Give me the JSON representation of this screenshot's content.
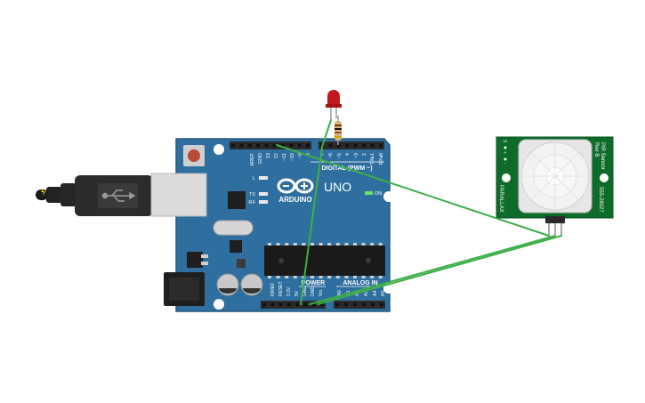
{
  "board": {
    "brand": "ARDUINO",
    "model": "UNO",
    "digital_label": "DIGITAL (PWM ~)",
    "power_label": "POWER",
    "analog_label": "ANALOG IN",
    "on_label": "ON",
    "led_labels": {
      "l": "L",
      "tx": "TX",
      "rx": "RX"
    },
    "digital_pins": [
      "AREF",
      "GND",
      "13",
      "12",
      "~11",
      "~10",
      "~9",
      "8",
      "7",
      "~6",
      "~5",
      "4",
      "~3",
      "2",
      "TX▸1",
      "RX◂0"
    ],
    "power_pins": [
      "IOREF",
      "RESET",
      "3.3V",
      "5V",
      "GND",
      "GND",
      "Vin"
    ],
    "analog_pins": [
      "A0",
      "A1",
      "A2",
      "A3",
      "A4",
      "A5"
    ]
  },
  "pir": {
    "title": "PIR Sensor",
    "revision": "Rev B",
    "brand": "PARALLAX",
    "part_number": "555-28027",
    "pin_labels": [
      "S",
      "+",
      "-"
    ]
  },
  "colors": {
    "board": "#2f6f9f",
    "board_edge": "#24597f",
    "pir_board": "#0f6b2a",
    "wire": "#3fae49",
    "led": "#c0191c",
    "header": "#2a2a2a"
  }
}
